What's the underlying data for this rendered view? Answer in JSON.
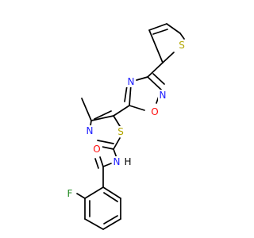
{
  "molecule": {
    "colors": {
      "C": "#000000",
      "N": "#2020ff",
      "O": "#ff0d0d",
      "S": "#b2a600",
      "F": "#228b22"
    },
    "atoms": [
      {
        "id": "s_thio",
        "element": "S",
        "label": "S"
      },
      {
        "id": "o_ox",
        "element": "O",
        "label": "O"
      },
      {
        "id": "n_ox2",
        "element": "N",
        "label": "N"
      },
      {
        "id": "n_ox4",
        "element": "N",
        "label": "N"
      },
      {
        "id": "n_thz",
        "element": "N",
        "label": "N"
      },
      {
        "id": "s_thz",
        "element": "S",
        "label": "S"
      },
      {
        "id": "n_amide",
        "element": "N",
        "label": "N"
      },
      {
        "id": "h_amide",
        "element": "H",
        "label": "H"
      },
      {
        "id": "o_amide",
        "element": "O",
        "label": "O"
      },
      {
        "id": "f",
        "element": "F",
        "label": "F"
      },
      {
        "id": "c_methyl",
        "element": "C",
        "label": ""
      }
    ]
  }
}
